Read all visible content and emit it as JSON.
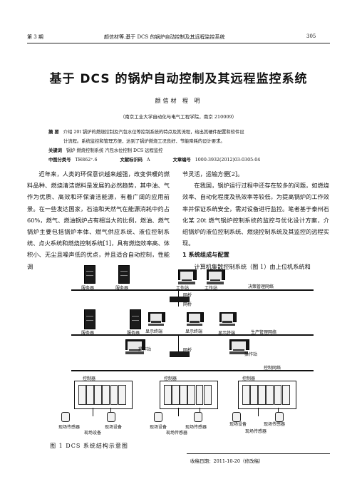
{
  "header": {
    "issue": "第 3 期",
    "running_title": "颜信材等.基于 DCS 的锅炉自动控制及其远程监控系统",
    "page_number": "305"
  },
  "title": "基于 DCS 的锅炉自动控制及其远程监控系统",
  "authors": "颜信材  程  明",
  "affiliation": "（南京工业大学自动化与电气工程学院，南京 210009）",
  "abstract": {
    "label": "摘  要",
    "line1": "介绍 20t 锅炉的燃烧控制及汽包水位等控制系统的特点及其流程，给出其硬件配置和软件设",
    "line2": "计流程。系统监控和管理方便，达到了锅炉燃烧工况良好、节能降耗的设计要求。"
  },
  "keywords": {
    "label": "关键词",
    "text": "锅炉   燃烧控制系统   汽包水位控制   DCS   远程监控"
  },
  "classification": {
    "label": "中图分类号",
    "value": "TH862⁺.6",
    "doc_label": "文献标识码",
    "doc_value": "A",
    "id_label": "文章编号",
    "id_value": "1000-3932(2012)03-0305-04"
  },
  "body_left": "近年来，人类的环保意识越来越强，改变供暖的燃料品种、燃烧清洁燃料是发展的必然趋势，其中油、气作为优质、高效和环保清洁能源，有着广阔的应用前景。在一些发达国家，石油和天然气在能源消耗中约占 60%，燃气、燃油锅炉占有相当大的比例，燃油、燃气锅炉主要包括锅炉本体、燃气供应系统、液位控制系统、点火系统和燃烧控制系统[1]，具有燃烧效率高、体积小、无尘且噪声低的优点，并且适合自动控制，性能调",
  "body_right_p1": "节灵活，运输方便[2]。",
  "body_right_p2": "在我国，锅炉运行过程中还存在较多的问题，如燃烧效率、自动化程度及热效率等较低，为提高锅炉的工作效率并保证系统安全，需对设备进行监控。笔者基于泰州石化某 20t 燃气锅炉控制系统的监控与优化设计方案，介绍锅炉的液位控制系统、燃烧控制系统及其监控的远程实现。",
  "section_heading": "1  系统组成与配置",
  "body_right_p3": "计算机集散控制系统（图 1）由上位机系统和",
  "diagram": {
    "top_server1": "服务器",
    "top_server2": "服务器",
    "workstation1": "工作站",
    "workstation2": "工作站",
    "decision_net": "决策管理网络",
    "bridge1": "网桥",
    "bridge2": "网桥",
    "mid_server1": "服务器",
    "mid_server2": "服务器",
    "display1": "显示终端",
    "display2": "显示终端",
    "display3": "显示终端",
    "prod_net": "生产管理网络",
    "opstation1": "操作站",
    "opstation2": "操作站",
    "bridge3": "网桥",
    "control_net": "控制网络",
    "controller1": "控制器",
    "controller2": "控制器",
    "controller3": "控制器",
    "f1a": "现场传感器",
    "f1b": "现场设备",
    "f1c": "现场设备",
    "f2a": "现场设备",
    "f2b": "现场传感器",
    "f2c": "现场传感器",
    "f3a": "现场设备",
    "f3b": "现场传感器",
    "f3c": "现场传感器"
  },
  "figure_caption": "图 1   DCS 系统结构示意图",
  "received": "收稿日期：2011-10-20（修改稿）"
}
